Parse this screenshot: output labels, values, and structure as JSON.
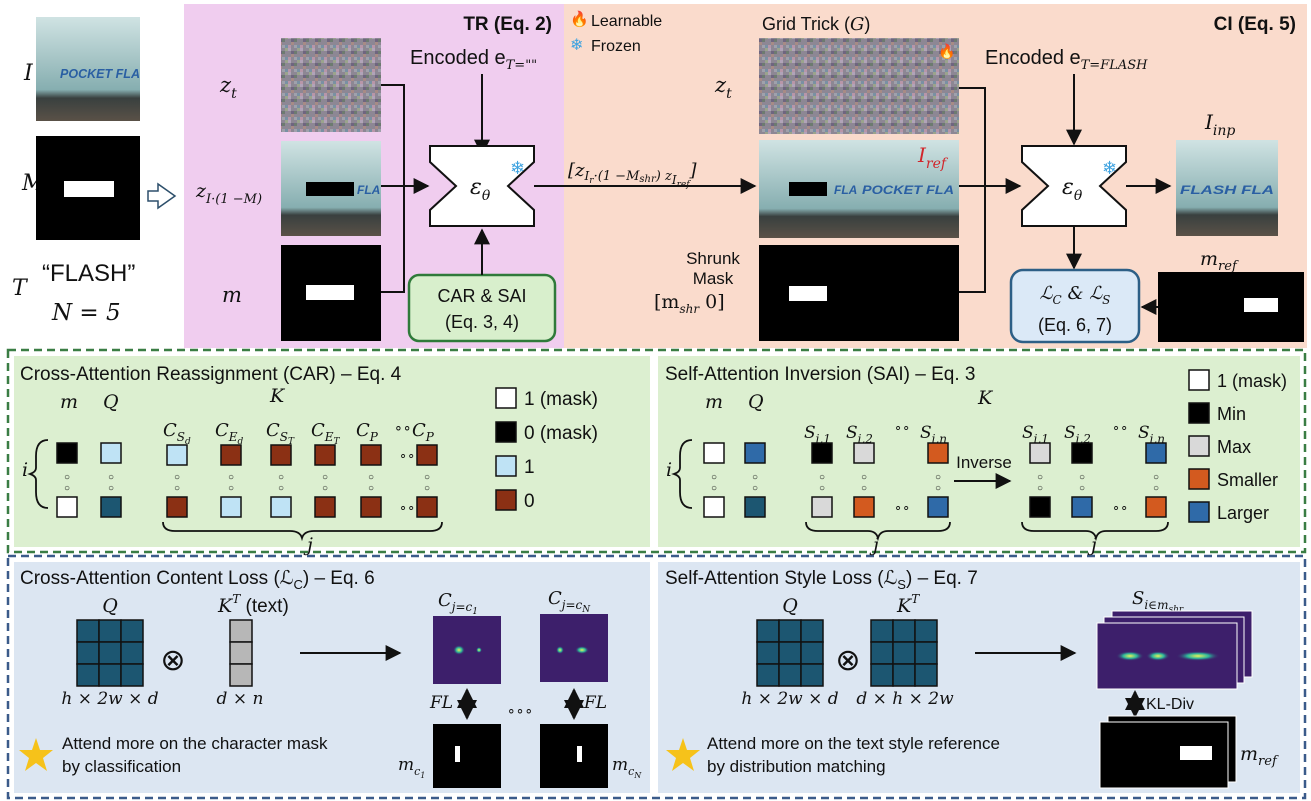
{
  "inputs": {
    "I": "I",
    "M": "M",
    "T": "T",
    "prompt": "“FLASH”",
    "n": "N = 5"
  },
  "tr": {
    "title": "TR (Eq. 2)",
    "zt": "z",
    "zt_sub": "t",
    "zi": "z",
    "zi_sub": "I·(1 −M)",
    "m": "m",
    "encoded": "Encoded e",
    "encoded_sub": "T=\"\"",
    "eps": "ε",
    "eps_sub": "θ",
    "image_text": "POCKET FLA",
    "masked_text": "FLA",
    "car_sai_line1": "CAR & SAI",
    "car_sai_line2": "(Eq. 3, 4)"
  },
  "bridge": {
    "label": "[z",
    "label_sub1": "I",
    "label_sub1b": "r",
    "label_mid": "·(1 −M",
    "label_sub2": "shr",
    "label_mid2": ") z",
    "label_sub3": "I",
    "label_sub3b": "ref",
    "label_end": "]"
  },
  "legend": {
    "learnable": "Learnable",
    "frozen": "Frozen"
  },
  "ci": {
    "title": "CI (Eq. 5)",
    "grid": "Grid Trick (",
    "grid_g": "G",
    "grid_end": ")",
    "zt": "z",
    "zt_sub": "t",
    "iref": "I",
    "iref_sub": "ref",
    "shrunk1": "Shrunk",
    "shrunk2": "Mask",
    "mshr": "[m",
    "mshr_sub": "shr",
    "mshr_end": " 0]",
    "encoded": "Encoded e",
    "encoded_sub": "T=FLASH",
    "iinp": "I",
    "iinp_sub": "inp",
    "mref": "m",
    "mref_sub": "ref",
    "loss_line1": "ℒ",
    "loss_c": "C",
    "loss_amp": " & ℒ",
    "loss_s": "S",
    "loss_line2": "(Eq. 6, 7)",
    "masked_text": "FLA",
    "ref_text": "POCKET FLA",
    "out_text": "FLASH  FLA"
  },
  "car": {
    "title": "Cross-Attention Reassignment (CAR) – Eq. 4",
    "m": "m",
    "q": "Q",
    "k": "K",
    "i": "i",
    "j": "j",
    "cols": [
      {
        "base": "C",
        "sub": "S",
        "subsub": "d"
      },
      {
        "base": "C",
        "sub": "E",
        "subsub": "d"
      },
      {
        "base": "C",
        "sub": "S",
        "subsub": "T"
      },
      {
        "base": "C",
        "sub": "E",
        "subsub": "T"
      },
      {
        "base": "C",
        "sub": "P",
        "subsub": ""
      },
      {
        "base": "C",
        "sub": "P",
        "subsub": ""
      }
    ],
    "dots": "∘∘",
    "legend": [
      "1 (mask)",
      "0 (mask)",
      "1",
      "0"
    ]
  },
  "sai": {
    "title": "Self-Attention Inversion (SAI) – Eq. 3",
    "m": "m",
    "q": "Q",
    "k": "K",
    "i": "i",
    "j": "j",
    "inverse": "Inverse",
    "cols": [
      {
        "base": "S",
        "sub": "i,1"
      },
      {
        "base": "S",
        "sub": "i,2"
      },
      {
        "base": "S",
        "sub": "i,n"
      }
    ],
    "dots": "∘∘",
    "legend": [
      "1 (mask)",
      "Min",
      "Max",
      "Smaller",
      "Larger"
    ]
  },
  "lossc": {
    "title_a": "Cross-Attention Content Loss (ℒ",
    "title_sub": "C",
    "title_b": ") – Eq. 6",
    "q": "Q",
    "kt": "K",
    "kt_sup": "T",
    "kt_extra": " (text)",
    "q_dim": "h × 2w × d",
    "k_dim": "d × n",
    "otimes": "⊗",
    "c1": "C",
    "c1_sub": "j=c",
    "c1_subsub": "1",
    "cn": "C",
    "cn_sub": "j=c",
    "cn_subsub": "N",
    "fl": "FL",
    "dots": "∘∘∘",
    "mc1": "m",
    "mc1_sub": "c",
    "mc1_subsub": "1",
    "mcn": "m",
    "mcn_sub": "c",
    "mcn_subsub": "N",
    "note1": "Attend more on the character mask",
    "note2": "by classification"
  },
  "losss": {
    "title_a": "Self-Attention Style Loss (ℒ",
    "title_sub": "S",
    "title_b": ") – Eq. 7",
    "q": "Q",
    "kt": "K",
    "kt_sup": "T",
    "q_dim": "h × 2w × d",
    "k_dim": "d × h × 2w",
    "otimes": "⊗",
    "s": "S",
    "s_sub": "i∈m",
    "s_subsub": "shr",
    "kl": "KL-Div",
    "mref": "m",
    "mref_sub": "ref",
    "note1": "Attend more on the text style reference",
    "note2": "by distribution matching"
  },
  "colors": {
    "tr_bg": "#f0cdef",
    "ci_bg": "#fadbcc",
    "car_bg": "#dcefd0",
    "loss_bg": "#dce6f2",
    "dashed_green": "#3a7d44",
    "dashed_blue": "#3b5b8a",
    "tile_blue": "#1c5671",
    "light_blue": "#bfe3f5",
    "brown": "#8b3014",
    "orange": "#d35a1f",
    "mid_blue": "#2f6aa8",
    "gray": "#d9d9d9",
    "heat": "#3d1f6b",
    "star": "#f6c21a",
    "red": "#d1262b"
  }
}
